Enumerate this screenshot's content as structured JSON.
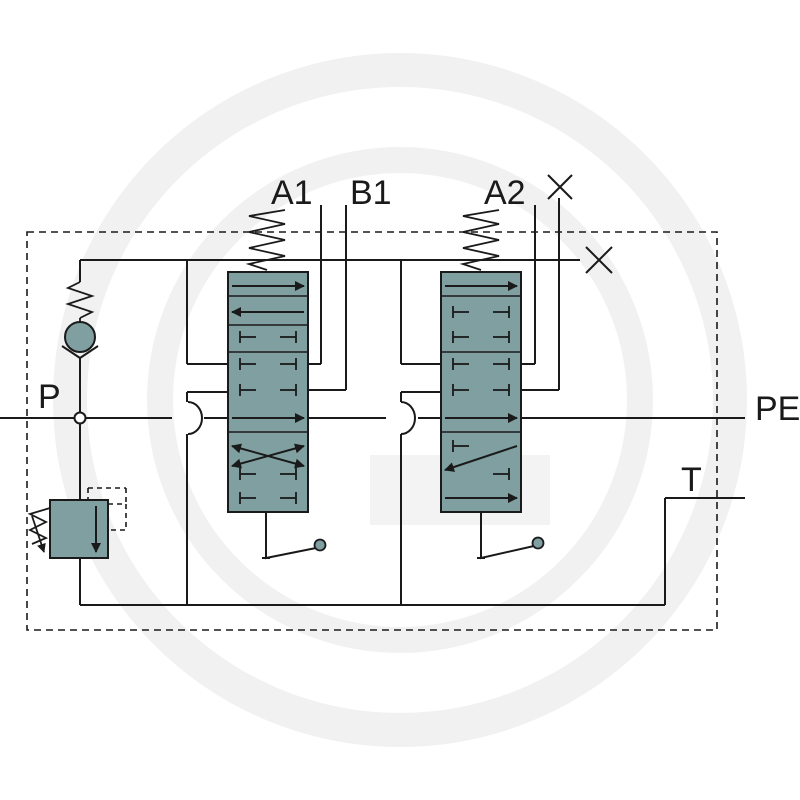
{
  "labels": {
    "a1": "A1",
    "b1": "B1",
    "a2": "A2",
    "p": "P",
    "pe": "PE",
    "t": "T"
  },
  "colors": {
    "line": "#1a1a1a",
    "valve_fill": "#7f9fa0",
    "watermark": "#f1f1f1",
    "background": "#ffffff"
  }
}
